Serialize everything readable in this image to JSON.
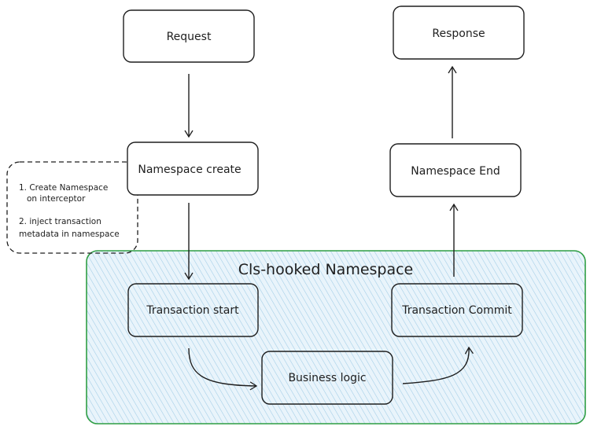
{
  "nodes": {
    "request": "Request",
    "response": "Response",
    "namespace_create": "Namespace create",
    "namespace_end": "Namespace End",
    "transaction_start": "Transaction start",
    "transaction_commit": "Transaction Commit",
    "business_logic": "Business logic"
  },
  "namespace_region": {
    "title": "Cls-hooked Namespace"
  },
  "note": {
    "line1": "1. Create Namespace",
    "line2": "on interceptor",
    "line3": "2. inject transaction",
    "line4": "metadata in namespace"
  },
  "colors": {
    "stroke": "#1e1e1e",
    "region_fill": "#d7eaf6",
    "region_stroke": "#2f9e44"
  }
}
